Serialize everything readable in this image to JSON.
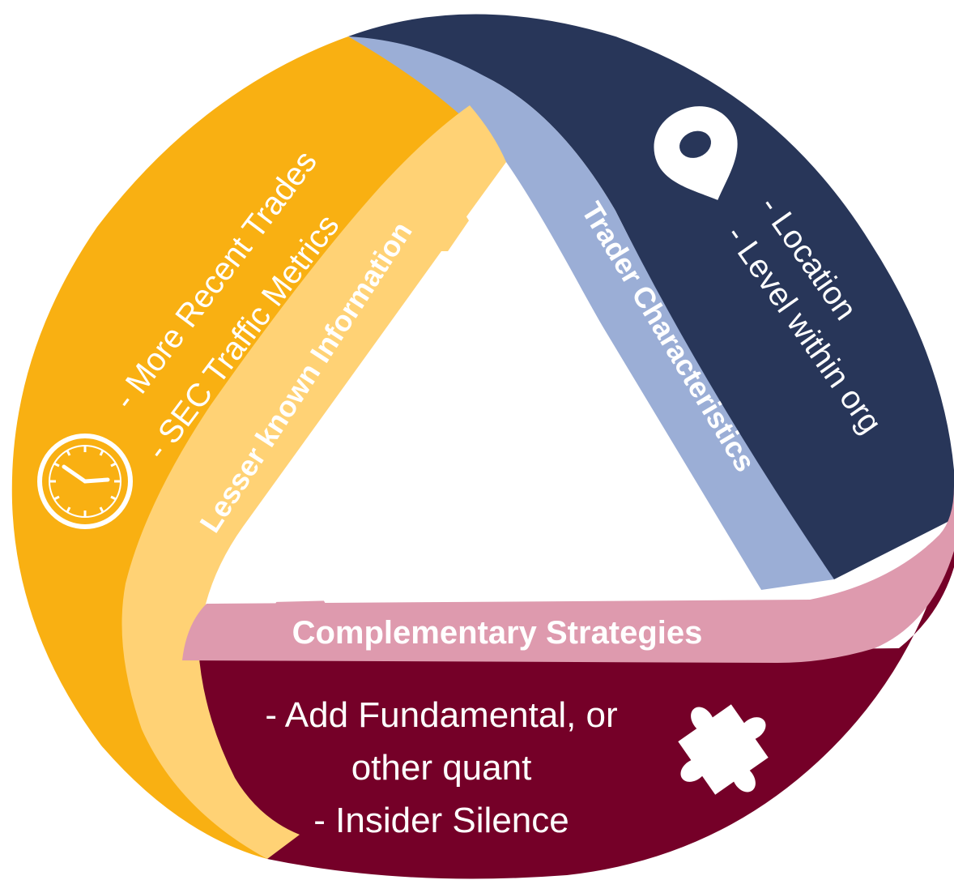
{
  "colors": {
    "navy": "#283659",
    "lavender": "#9BAED6",
    "maroon": "#750028",
    "pink": "#DE9AAE",
    "amber": "#F9B012",
    "yellow": "#FFD275",
    "white": "#FFFFFF"
  },
  "sections": {
    "trader": {
      "ribbon_label": "Trader Characteristics",
      "icon": "location-pin-icon",
      "items": [
        "- Location",
        "- Level within org"
      ]
    },
    "complementary": {
      "ribbon_label": "Complementary Strategies",
      "icon": "puzzle-piece-icon",
      "items": [
        "- Add Fundamental, or",
        "other quant",
        "- Insider Silence"
      ]
    },
    "lesser": {
      "ribbon_label": "Lesser known Information",
      "icon": "clock-icon",
      "items": [
        "- More Recent Trades",
        "- SEC Traffic Metrics"
      ]
    }
  }
}
